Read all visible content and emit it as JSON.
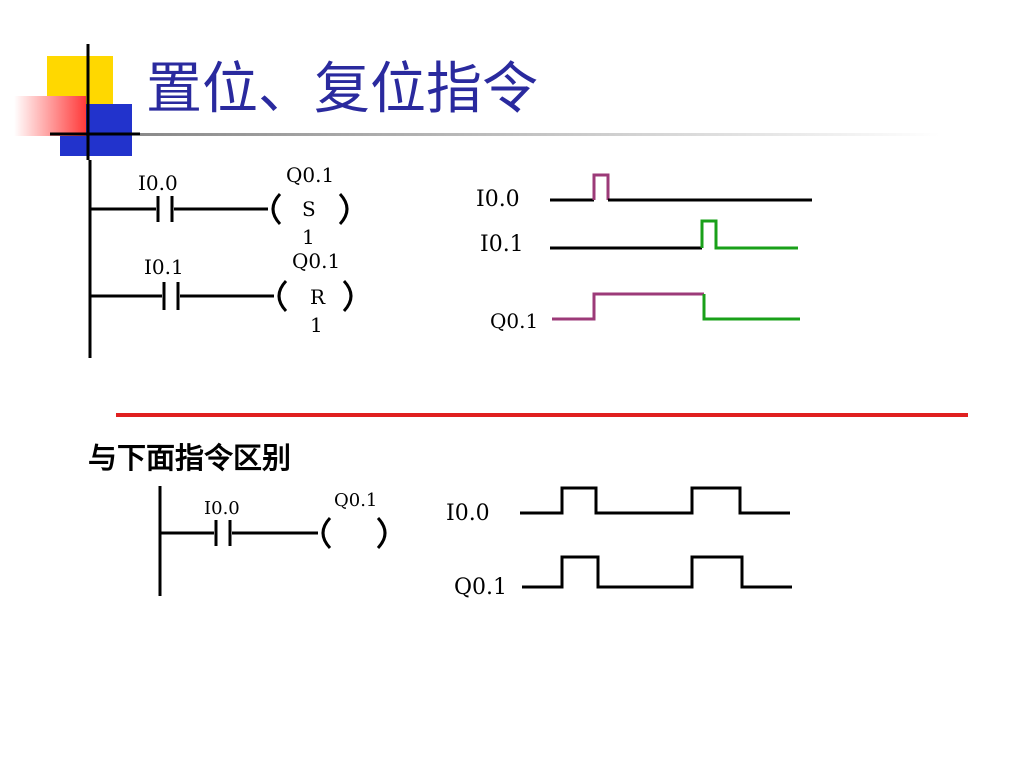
{
  "title": "置位、复位指令",
  "subtitle": "与下面指令区别",
  "colors": {
    "title": "#2a2a9e",
    "deco_yellow": "#ffd800",
    "deco_red": "#ff4444",
    "deco_blue": "#2233cc",
    "divider": "#e02020",
    "trace_magenta": "#9c3a78",
    "trace_green": "#19a019",
    "wire": "#000000"
  },
  "ladder_top": {
    "rung1": {
      "contact": "I0.0",
      "coil": "Q0.1",
      "op": "S",
      "n": "1"
    },
    "rung2": {
      "contact": "I0.1",
      "coil": "Q0.1",
      "op": "R",
      "n": "1"
    }
  },
  "timing_top": {
    "signals": [
      {
        "name": "I0.0",
        "color": "trace_magenta"
      },
      {
        "name": "I0.1",
        "color": "trace_green"
      },
      {
        "name": "Q0.1",
        "color": "trace_magenta"
      }
    ]
  },
  "ladder_bottom": {
    "rung1": {
      "contact": "I0.0",
      "coil": "Q0.1"
    }
  },
  "timing_bottom": {
    "signals": [
      {
        "name": "I0.0"
      },
      {
        "name": "Q0.1"
      }
    ]
  }
}
